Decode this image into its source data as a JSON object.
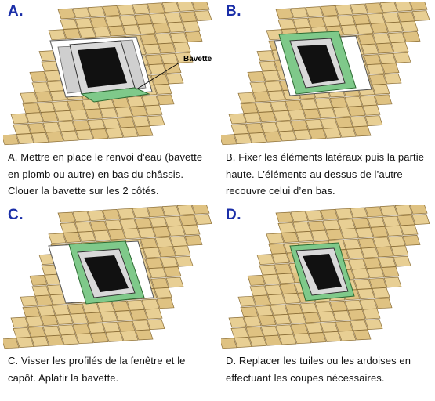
{
  "panels": [
    {
      "id": "A",
      "letter": "A.",
      "caption": "A. Mettre en place le renvoi d'eau (bavette en plomb ou autre) en bas du châssis. Clouer la bavette sur les 2 côtés.",
      "callout": "Bavette"
    },
    {
      "id": "B",
      "letter": "B.",
      "caption": "B. Fixer les éléments latéraux puis la partie haute. L’éléments au dessus de l’autre recouvre celui d’en bas."
    },
    {
      "id": "C",
      "letter": "C.",
      "caption": "C. Visser les profilés de la fenêtre et le capôt. Aplatir la bavette."
    },
    {
      "id": "D",
      "letter": "D.",
      "caption": "D. Replacer les tuiles ou les ardoises en effectuant les coupes nécessaires."
    }
  ],
  "colors": {
    "tile": "#e8cf94",
    "tile_dark": "#c9a862",
    "flashing": "#7fc98a",
    "glass": "#111111",
    "batten": "#c8c8c8",
    "letter": "#1a2ea8"
  }
}
